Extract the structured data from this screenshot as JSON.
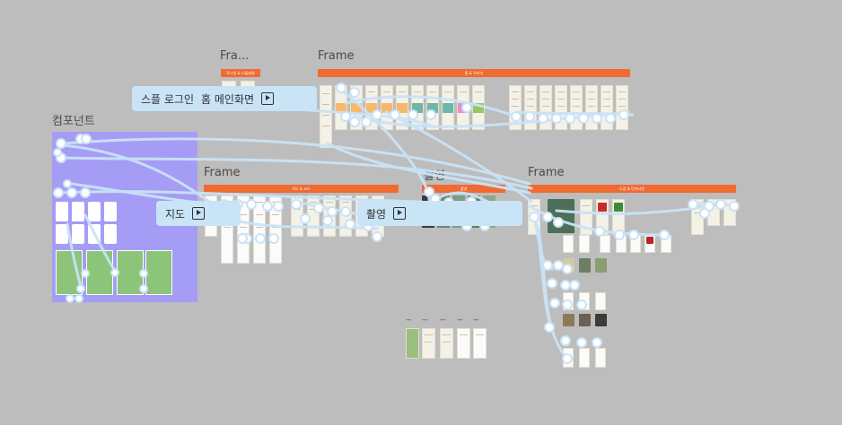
{
  "frames": {
    "comp_title": "컴포넌트",
    "f1_title": "Fra...",
    "f1_bar": "로그인 & 스플래쉬",
    "f2_title": "Frame",
    "f2_bar": "홈 & 우리기",
    "f3_title": "Frame",
    "f3_bar": "지도 & 코스",
    "f4_title": "촬영",
    "f4_bar": "촬영",
    "f5_title": "Frame",
    "f5_bar": "도감 & 단어사전"
  },
  "flows": {
    "login_label": "스플 로그인",
    "main_label": "홈 메인화면",
    "map_label": "지도",
    "camera_label": "촬영"
  },
  "misc": {
    "ellipsis": "---"
  },
  "colors": {
    "canvas": "#bdbdbd",
    "frame_bar": "#f06a32",
    "component_bg": "#a59cf6",
    "flow_line": "#c9e3f7",
    "flow_node": "#ffffff"
  },
  "icons": [
    "play-icon"
  ]
}
